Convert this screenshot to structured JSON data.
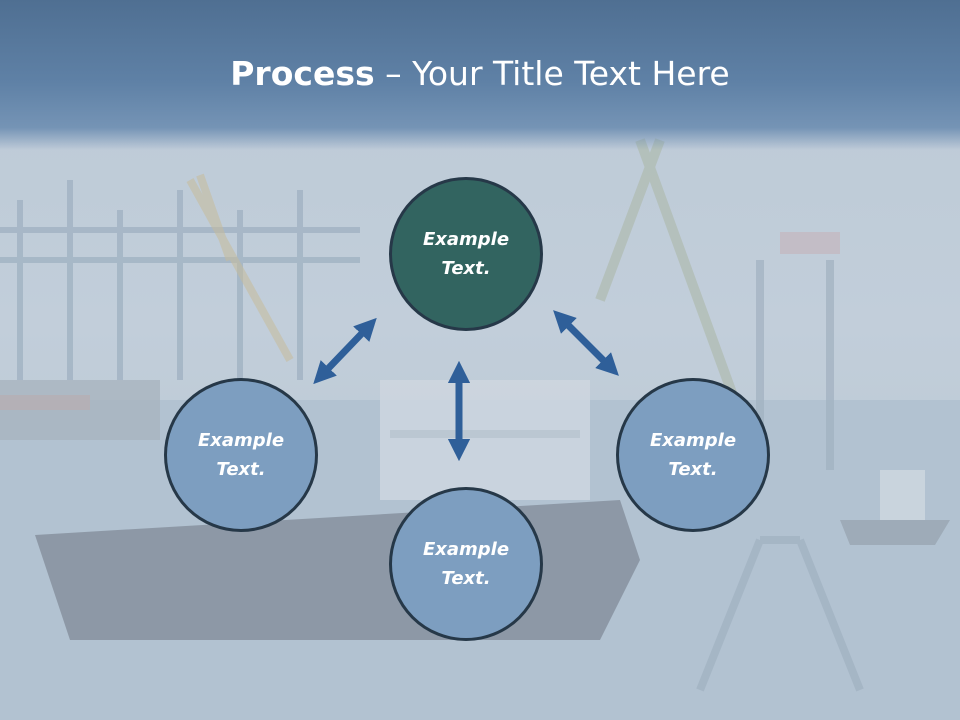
{
  "title": {
    "bold": "Process",
    "rest": " – Your Title Text Here"
  },
  "nodes": [
    {
      "text": "Example\nText."
    },
    {
      "text": "Example\nText."
    },
    {
      "text": "Example\nText."
    },
    {
      "text": "Example\nText."
    }
  ],
  "colors": {
    "header": "#5f81a6",
    "center_node": "#326460",
    "outer_nodes": "#7d9ec0",
    "node_border": "#263848",
    "arrows": "#2f5f99"
  }
}
